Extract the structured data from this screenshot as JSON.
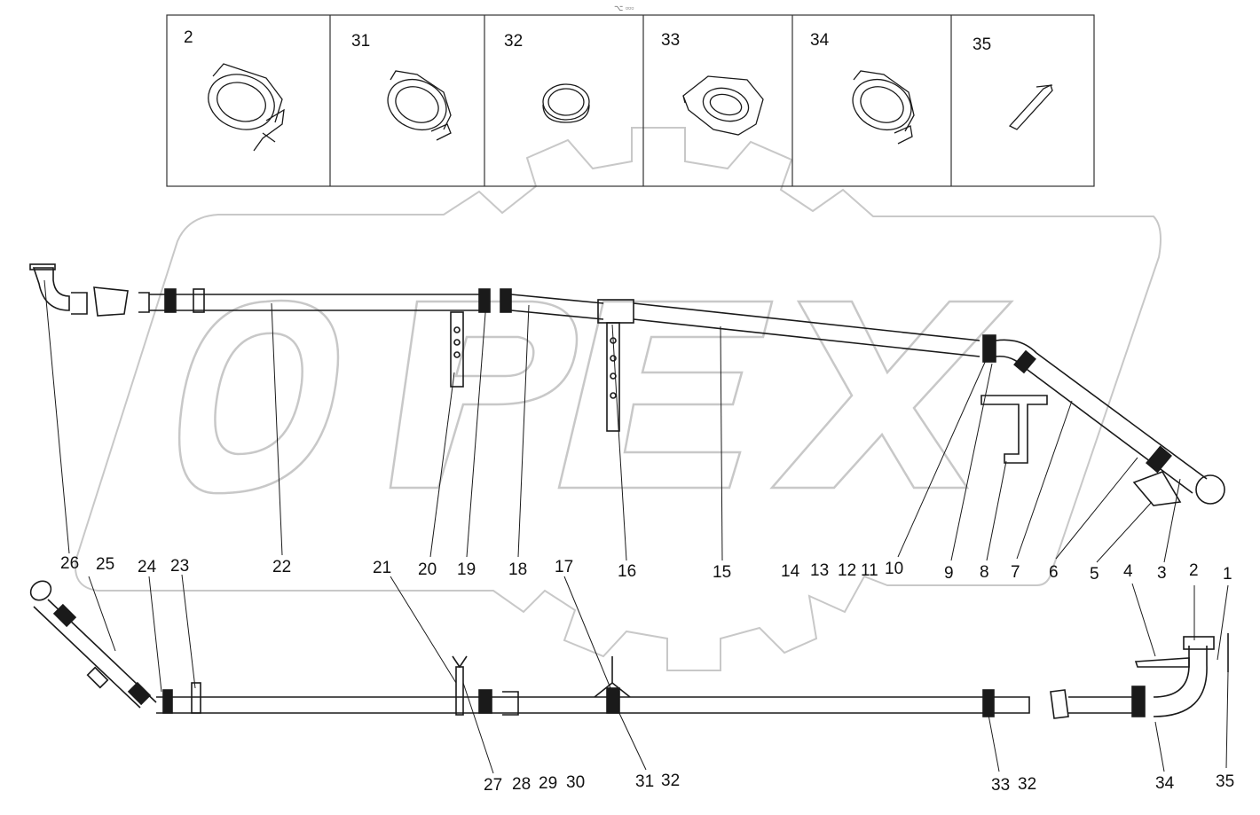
{
  "top_mark": "⌥ ▫▫▫",
  "watermark_text": "OPEX",
  "detail_panel": {
    "cells": [
      {
        "label": "2",
        "part": "clamp-with-handle"
      },
      {
        "label": "31",
        "part": "split-clamp"
      },
      {
        "label": "32",
        "part": "seal-ring"
      },
      {
        "label": "33",
        "part": "bracket-clamp"
      },
      {
        "label": "34",
        "part": "split-clamp-alt"
      },
      {
        "label": "35",
        "part": "lever-pin"
      }
    ]
  },
  "callouts_upper": [
    "26",
    "25",
    "24",
    "23",
    "22",
    "21",
    "20",
    "19",
    "18",
    "17",
    "16",
    "15",
    "14",
    "13",
    "12",
    "11",
    "10",
    "9",
    "8",
    "7",
    "6",
    "5",
    "4",
    "3",
    "2",
    "1"
  ],
  "callouts_lower": [
    "27",
    "28",
    "29",
    "30",
    "31",
    "32",
    "33",
    "32",
    "34",
    "35"
  ],
  "colors": {
    "line": "#1a1a1a",
    "watermark": "#c8c8c8",
    "frame": "#333333"
  }
}
